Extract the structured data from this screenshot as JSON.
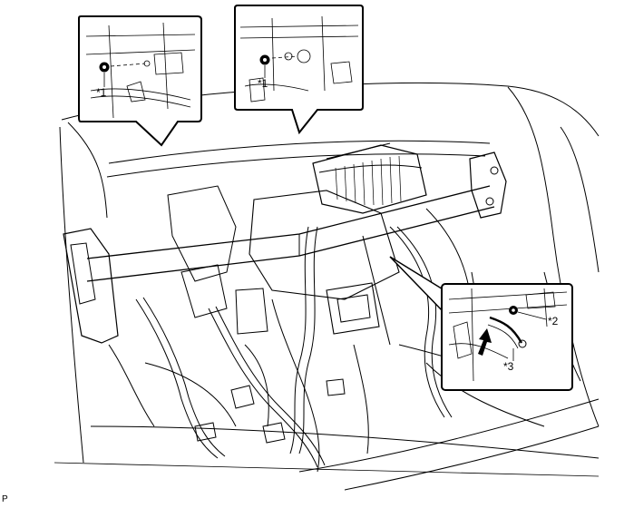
{
  "callouts": [
    {
      "id": "left",
      "label": "*1"
    },
    {
      "id": "center",
      "label": "*1"
    },
    {
      "id": "right-nut",
      "label": "*2"
    },
    {
      "id": "right-bracket",
      "label": "*3"
    }
  ],
  "figure_id": "P",
  "colors": {
    "line": "#000000",
    "shadow": "#c8c8c8",
    "background": "#ffffff"
  },
  "icons": [
    "bolt-icon",
    "nut-icon",
    "direction-arrow-icon"
  ]
}
